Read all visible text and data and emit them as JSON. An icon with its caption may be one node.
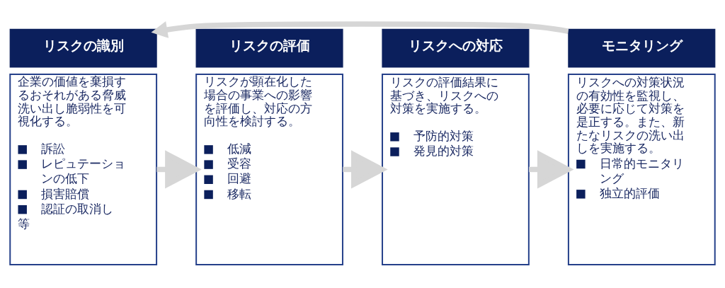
{
  "diagram": {
    "nodes": [
      {
        "text": [
          "リスクの識別"
        ]
      },
      {
        "text": [
          "企業の価値を棄損するおそれがある脅威洗い出し脆弱性を可視化する。",
          "訴訟",
          "レピュテーションの低下",
          "損害賠償",
          "認証の取消し",
          "等"
        ]
      },
      {
        "text": [
          "リスクの評価"
        ]
      },
      {
        "text": [
          "リスクが顕在化した場合の事業への影響を評価し、対応の方向性を検討する。",
          "低減",
          "受容",
          "回避",
          "移転"
        ]
      },
      {
        "text": [
          "リスクへの対応"
        ]
      },
      {
        "text": [
          "リスクの評価結果に基づき、リスクへの対策を実施する。",
          "予防的対策",
          "発見的対策"
        ]
      },
      {
        "text": [
          "モニタリング"
        ]
      },
      {
        "text": [
          "リスクへの対策状況の有効性を監視し、必要に応じて対策を是正する。また、新たなリスクの洗い出しを実施する。",
          "日常的モニタリング",
          "独立的評価"
        ]
      }
    ],
    "edges": [
      {
        "from": 1,
        "to": 3,
        "arrow": "to"
      },
      {
        "from": 3,
        "to": 5,
        "arrow": "to"
      },
      {
        "from": 5,
        "to": 7,
        "arrow": "to"
      },
      {
        "from": 6,
        "to": 0,
        "arrow": "to"
      }
    ]
  }
}
